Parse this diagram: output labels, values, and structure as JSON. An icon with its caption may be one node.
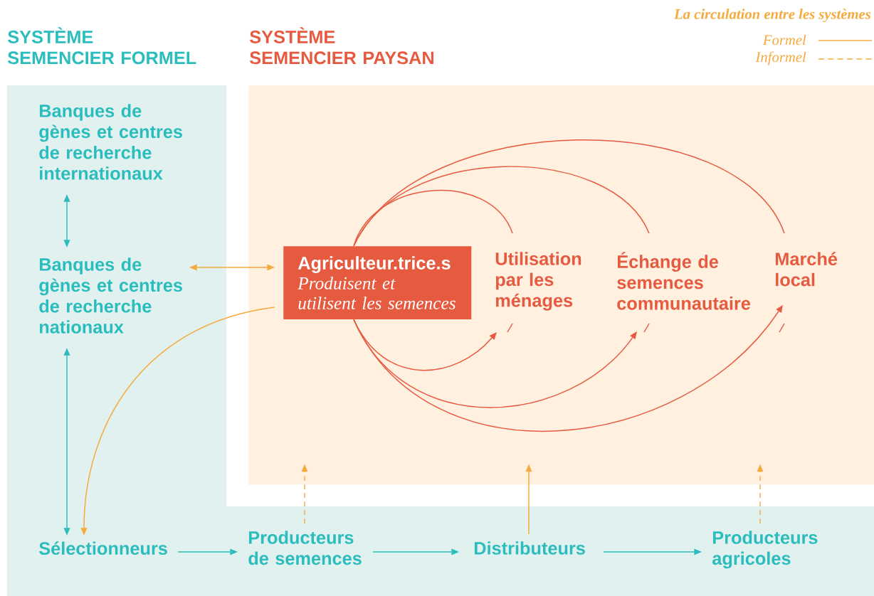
{
  "diagram": {
    "nodes": [
      {
        "text": [
          "SYSTÈME SEMENCIER FORMEL"
        ]
      },
      {
        "text": [
          "SYSTÈME SEMENCIER PAYSAN"
        ]
      },
      {
        "text": [
          "Banques de gènes et centres de recherche internationaux"
        ],
        "in": 0
      },
      {
        "text": [
          "Banques de gènes et centres de recherche nationaux"
        ],
        "in": 0
      },
      {
        "text": [
          "Sélectionneurs"
        ],
        "in": 0
      },
      {
        "text": [
          "Producteurs de semences"
        ],
        "in": 0
      },
      {
        "text": [
          "Distributeurs"
        ],
        "in": 0
      },
      {
        "text": [
          "Producteurs agricoles"
        ],
        "in": 0
      },
      {
        "text": [
          "Agriculteur.trice.s",
          "Produisent et utilisent les semences"
        ],
        "in": 1
      },
      {
        "text": [
          "Utilisation par les ménages"
        ],
        "in": 1
      },
      {
        "text": [
          "Échange de semences communautaire"
        ],
        "in": 1
      },
      {
        "text": [
          "Marché local"
        ],
        "in": 1
      }
    ],
    "edges": [
      {
        "from": 2,
        "to": 3,
        "arrow": "both",
        "color": "#2bbdbd"
      },
      {
        "from": 3,
        "to": 8,
        "arrow": "both",
        "color": "#f6aa3c"
      },
      {
        "from": 8,
        "to": 4,
        "arrow": "to",
        "color": "#f6aa3c"
      },
      {
        "from": 3,
        "to": 4,
        "arrow": "both",
        "color": "#2bbdbd"
      },
      {
        "from": 4,
        "to": 5,
        "arrow": "to",
        "color": "#2bbdbd"
      },
      {
        "from": 5,
        "to": 6,
        "arrow": "to",
        "color": "#2bbdbd"
      },
      {
        "from": 6,
        "to": 7,
        "arrow": "to",
        "color": "#2bbdbd"
      },
      {
        "from": 5,
        "to": 1,
        "arrow": "to",
        "style": "dashed",
        "color": "#f6aa3c"
      },
      {
        "from": 6,
        "to": 1,
        "arrow": "to",
        "color": "#f6aa3c"
      },
      {
        "from": 7,
        "to": 1,
        "arrow": "to",
        "style": "dashed",
        "color": "#f6aa3c"
      },
      {
        "from": 8,
        "to": 9,
        "arrow": "none"
      },
      {
        "from": 8,
        "to": 9,
        "arrow": "to"
      },
      {
        "from": 8,
        "to": 10,
        "arrow": "none"
      },
      {
        "from": 8,
        "to": 10,
        "arrow": "to"
      },
      {
        "from": 8,
        "to": 11,
        "arrow": "none"
      },
      {
        "from": 8,
        "to": 11,
        "arrow": "to"
      }
    ],
    "labels": [
      "La circulation entre les systèmes"
    ],
    "legend": [
      {
        "text": "Formel"
      },
      {
        "text": "Informel"
      }
    ]
  }
}
